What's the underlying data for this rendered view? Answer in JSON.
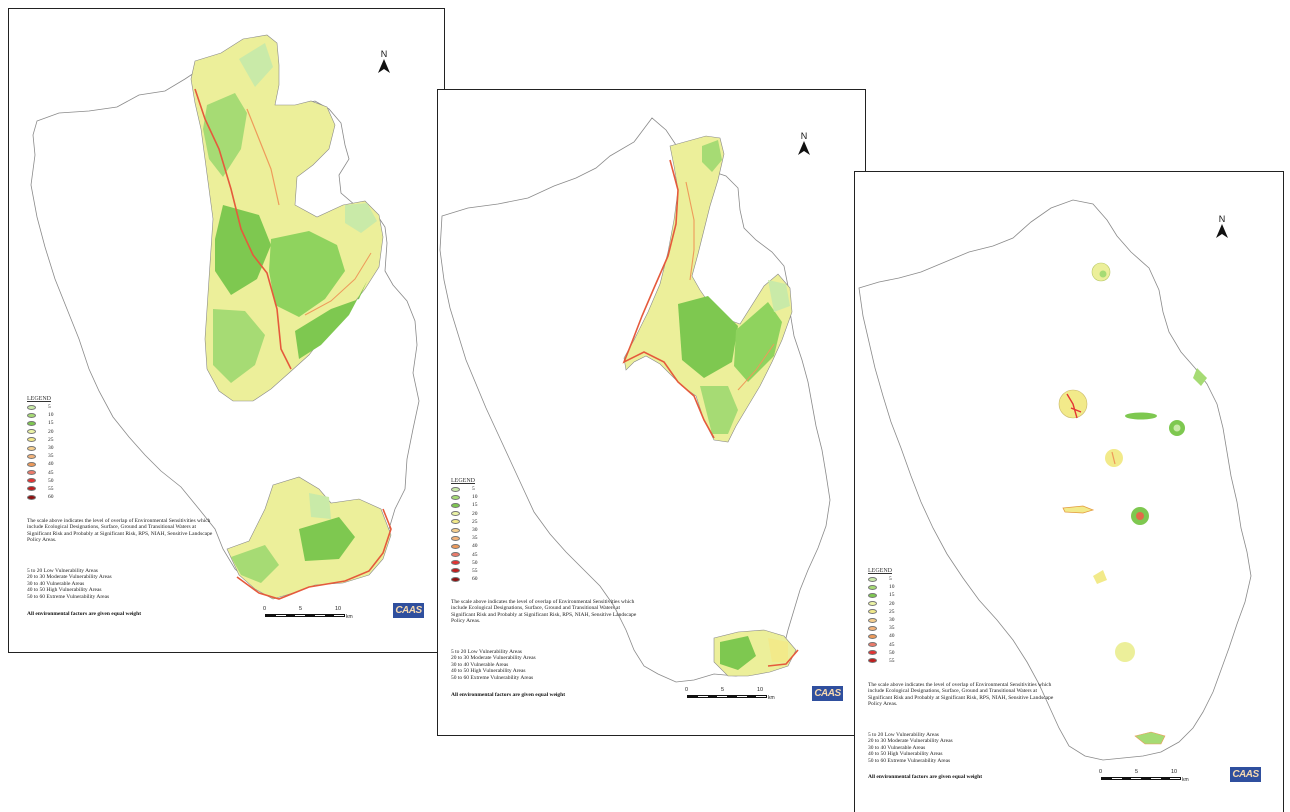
{
  "north_label": "N",
  "legend": {
    "title": "LEGEND",
    "items": [
      {
        "label": "5",
        "color": "#c9eaa8"
      },
      {
        "label": "10",
        "color": "#a6db74"
      },
      {
        "label": "15",
        "color": "#7ec850"
      },
      {
        "label": "20",
        "color": "#ecf4a6"
      },
      {
        "label": "25",
        "color": "#f2ea8a"
      },
      {
        "label": "30",
        "color": "#f6cf8e"
      },
      {
        "label": "35",
        "color": "#f3b37a"
      },
      {
        "label": "40",
        "color": "#ee9a5a"
      },
      {
        "label": "45",
        "color": "#ec7a6a"
      },
      {
        "label": "50",
        "color": "#e33434"
      },
      {
        "label": "55",
        "color": "#c01e1e"
      },
      {
        "label": "60",
        "color": "#8e1010"
      }
    ]
  },
  "note": "The scale above indicates the level of overlap of Environmental Sensitivities which include Ecological Designations, Surface, Ground and Transitional Waters at Significant Risk and Probably at Significant Risk, RPS, NIAH, Sensitive Landscape Policy Areas.",
  "vulnerability_classes": [
    "5 to 20 Low Vulnerability Areas",
    "20 to 30 Moderate Vulnerability Areas",
    "30 to 40 Vulnerable Areas",
    "40 to 50 High Vulnerability Areas",
    "50 to 60 Extreme Vulnerability Areas"
  ],
  "weight_note": "All environmental factors are given equal weight",
  "scale": {
    "ticks": [
      "0",
      "5",
      "10"
    ],
    "unit": "km"
  },
  "logo_text": "CAAS",
  "map_sheets": [
    {
      "name": "sheet-1"
    },
    {
      "name": "sheet-2"
    },
    {
      "name": "sheet-3",
      "legend_items_shown": 11
    }
  ]
}
